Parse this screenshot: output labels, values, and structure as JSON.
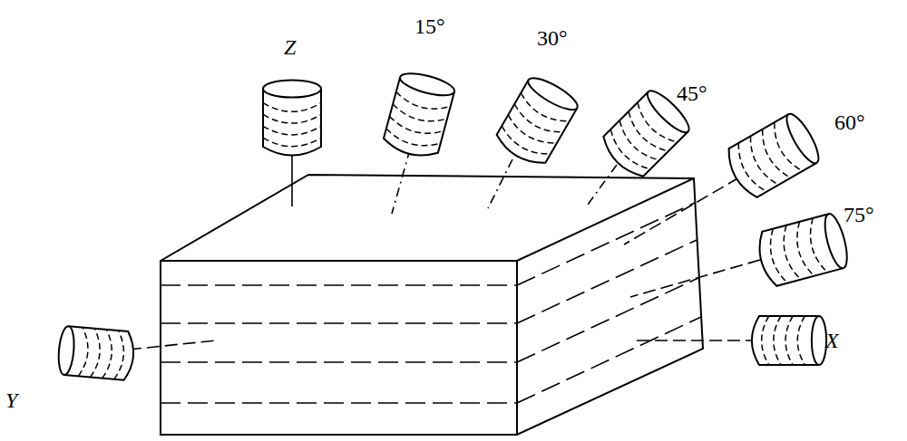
{
  "diagram": {
    "labels": [
      "Z",
      "15°",
      "30°",
      "45°",
      "60°",
      "75°",
      "X",
      "Y"
    ]
  }
}
